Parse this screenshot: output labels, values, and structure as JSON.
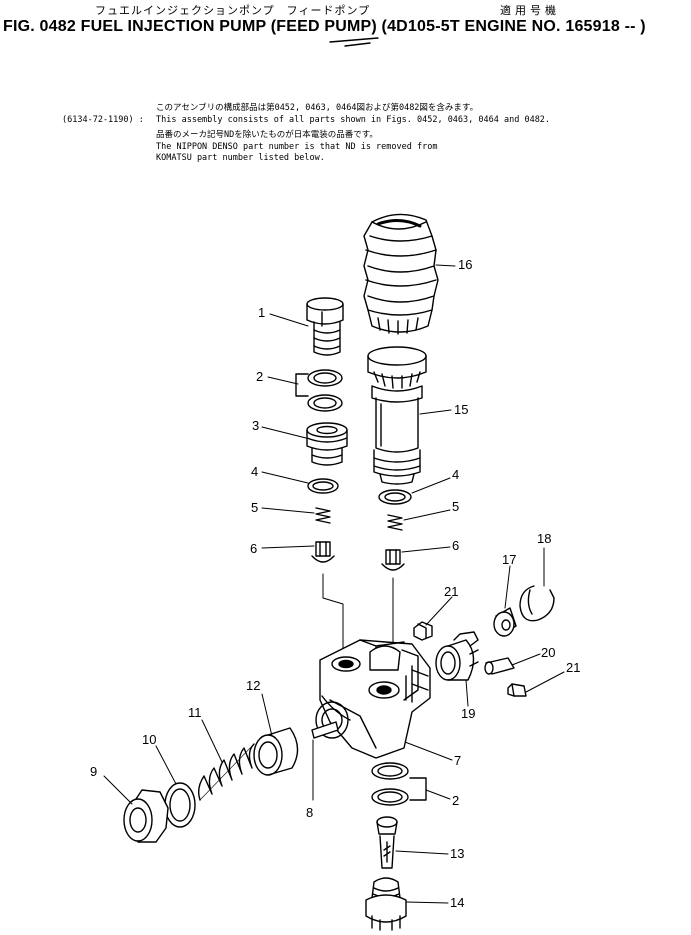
{
  "header": {
    "jp_title": "フュエルインジェクションポンプ　フィードポンプ",
    "jp_applicable": "適用号機",
    "title": "FIG. 0482  FUEL INJECTION PUMP (FEED PUMP) (4D105-5T ENGINE NO. 165918 -- )"
  },
  "notes": {
    "part_number": "(6134-72-1190) :",
    "lines": [
      "このアセンブリの構成部品は第0452, 0463, 0464図および第0482図を含みます。",
      "This assembly consists of all parts shown in Figs. 0452, 0463, 0464 and 0482.",
      "品番のメーカ記号NDを除いたものが日本電装の品番です。",
      "The NIPPON DENSO part number is that ND is removed from",
      "KOMATSU part number listed below."
    ]
  },
  "callouts": [
    {
      "id": "c1",
      "label": "1"
    },
    {
      "id": "c2a",
      "label": "2"
    },
    {
      "id": "c3",
      "label": "3"
    },
    {
      "id": "c4a",
      "label": "4"
    },
    {
      "id": "c5a",
      "label": "5"
    },
    {
      "id": "c6a",
      "label": "6"
    },
    {
      "id": "c16",
      "label": "16"
    },
    {
      "id": "c15",
      "label": "15"
    },
    {
      "id": "c4b",
      "label": "4"
    },
    {
      "id": "c5b",
      "label": "5"
    },
    {
      "id": "c6b",
      "label": "6"
    },
    {
      "id": "c17",
      "label": "17"
    },
    {
      "id": "c18",
      "label": "18"
    },
    {
      "id": "c21a",
      "label": "21"
    },
    {
      "id": "c20",
      "label": "20"
    },
    {
      "id": "c21b",
      "label": "21"
    },
    {
      "id": "c19",
      "label": "19"
    },
    {
      "id": "c12",
      "label": "12"
    },
    {
      "id": "c11",
      "label": "11"
    },
    {
      "id": "c10",
      "label": "10"
    },
    {
      "id": "c9",
      "label": "9"
    },
    {
      "id": "c7",
      "label": "7"
    },
    {
      "id": "c8",
      "label": "8"
    },
    {
      "id": "c2b",
      "label": "2"
    },
    {
      "id": "c13",
      "label": "13"
    },
    {
      "id": "c14",
      "label": "14"
    }
  ]
}
